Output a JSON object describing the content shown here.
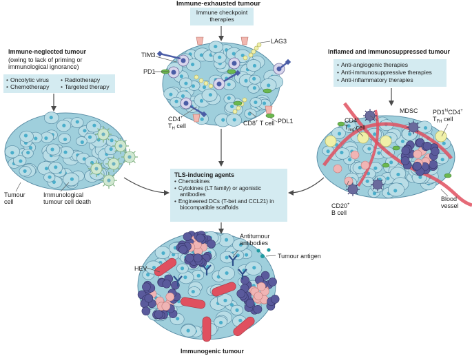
{
  "colors": {
    "cell_fill": "#b9dde6",
    "cell_stroke": "#5a8ea6",
    "nucleus": "#4aaecb",
    "box_bg": "#d4ebf1",
    "t_cell": "#d9d6ec",
    "b_cell_dark": "#5a5a9c",
    "b_cell_pink": "#f0b4b4",
    "vessel": "#e0505f",
    "checkpoint_green": "#6bb84e",
    "lag3_yellow": "#f0f0a8",
    "tim3_blue": "#4a5ca6",
    "antibody": "#2d4f8a",
    "antigen": "#1f9aa0"
  },
  "top": {
    "title": "Immune-exhausted tumour",
    "therapy_box": [
      "Immune checkpoint",
      "therapies"
    ],
    "labels": {
      "lag3": "LAG3",
      "tim3": "TIM3",
      "pd1": "PD1",
      "pdl1": "PDL1",
      "cd4_main": "CD4",
      "cd4_sup": "+",
      "cd4_t": "T",
      "cd4_sub": "H",
      "cd4_cell": " cell",
      "cd8_main": "CD8",
      "cd8_sup": "+",
      "cd8_rest": " T cell"
    }
  },
  "left": {
    "title": "Immune-neglected tumour",
    "subtitle_1": "(owing to lack of priming or",
    "subtitle_2": "immunological ignorance)",
    "therapies": [
      "Oncolytic virus",
      "Radiotherapy",
      "Chemotherapy",
      "Targeted therapy"
    ],
    "labels": {
      "tumour_cell_1": "Tumour",
      "tumour_cell_2": "cell",
      "death_1": "Immunological",
      "death_2": "tumour cell death"
    }
  },
  "right": {
    "title": "Inflamed and immunosuppressed tumour",
    "therapies": [
      "Anti-angiogenic therapies",
      "Anti-immunosuppressive therapies",
      "Anti-inflammatory therapies"
    ],
    "labels": {
      "mdsc": "MDSC",
      "treg_main": "CD4",
      "treg_sup": "+",
      "treg_t": "T",
      "treg_sub": "reg",
      "treg_cell": " cell",
      "tfh_main": "PD1",
      "tfh_sup1": "hi",
      "tfh_cd4": "CD4",
      "tfh_sup2": "+",
      "tfh_t": "T",
      "tfh_sub": "FH",
      "tfh_cell": " cell",
      "cd20_main": "CD20",
      "cd20_sup": "+",
      "cd20_line2": "B cell",
      "vessel_1": "Blood",
      "vessel_2": "vessel"
    }
  },
  "center": {
    "title": "TLS-inducing agents",
    "items": [
      "Chemokines",
      "Cytokines (LT family) or agonistic antibodies",
      "Engineered DCs (T-bet and CCL21) in biocompatible scaffolds"
    ]
  },
  "bottom": {
    "title": "Immunogenic tumour",
    "labels": {
      "hev": "HEV",
      "antibodies_1": "Antitumour",
      "antibodies_2": "antibodies",
      "antigen": "Tumour antigen"
    }
  }
}
